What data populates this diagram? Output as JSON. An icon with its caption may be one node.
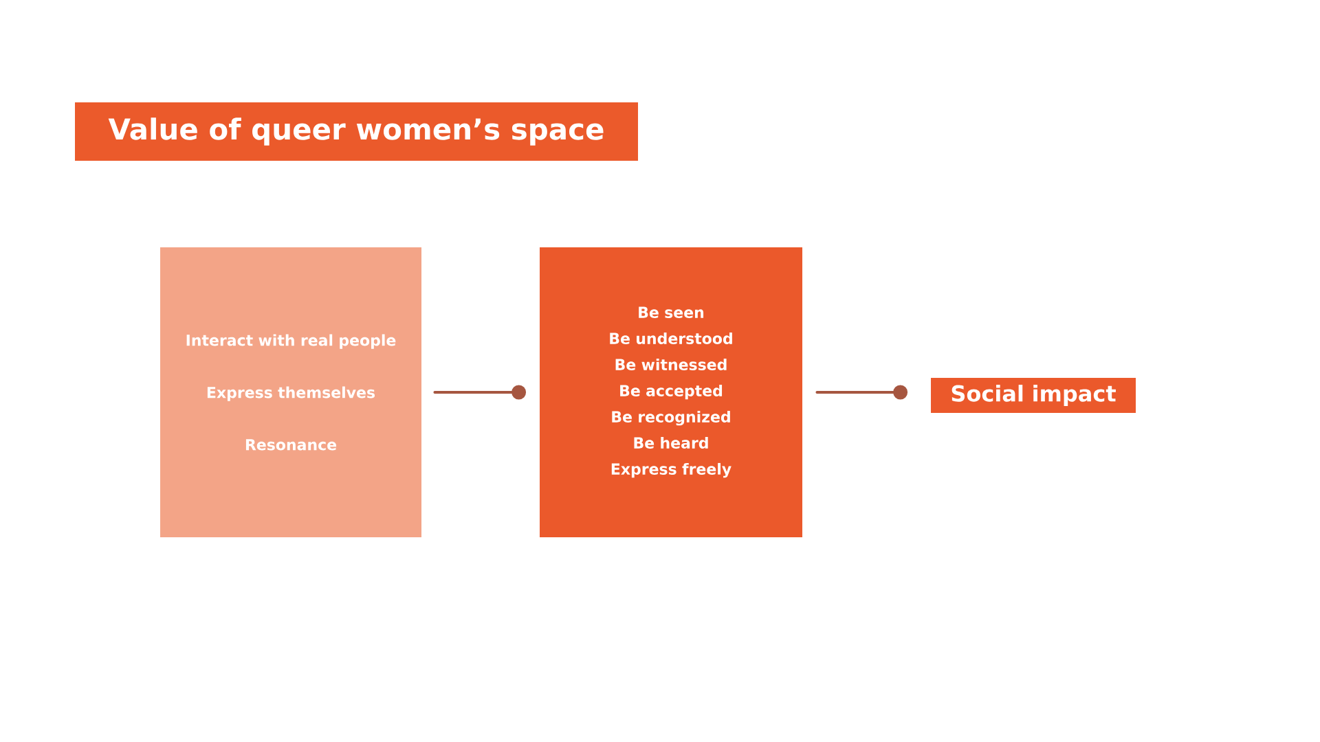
{
  "diagram": {
    "title": "Value of queer women’s space",
    "nodes": [
      {
        "text": [
          "Interact with real people",
          "Express themselves",
          "Resonance"
        ]
      },
      {
        "text": [
          "Be seen",
          "Be understood",
          "Be witnessed",
          "Be accepted",
          "Be recognized",
          "Be heard",
          "Express freely"
        ]
      },
      {
        "text": [
          "Social impact"
        ]
      }
    ],
    "edges": [
      {
        "from": 0,
        "to": 1,
        "arrow": "other"
      },
      {
        "from": 1,
        "to": 2,
        "arrow": "other"
      }
    ]
  }
}
